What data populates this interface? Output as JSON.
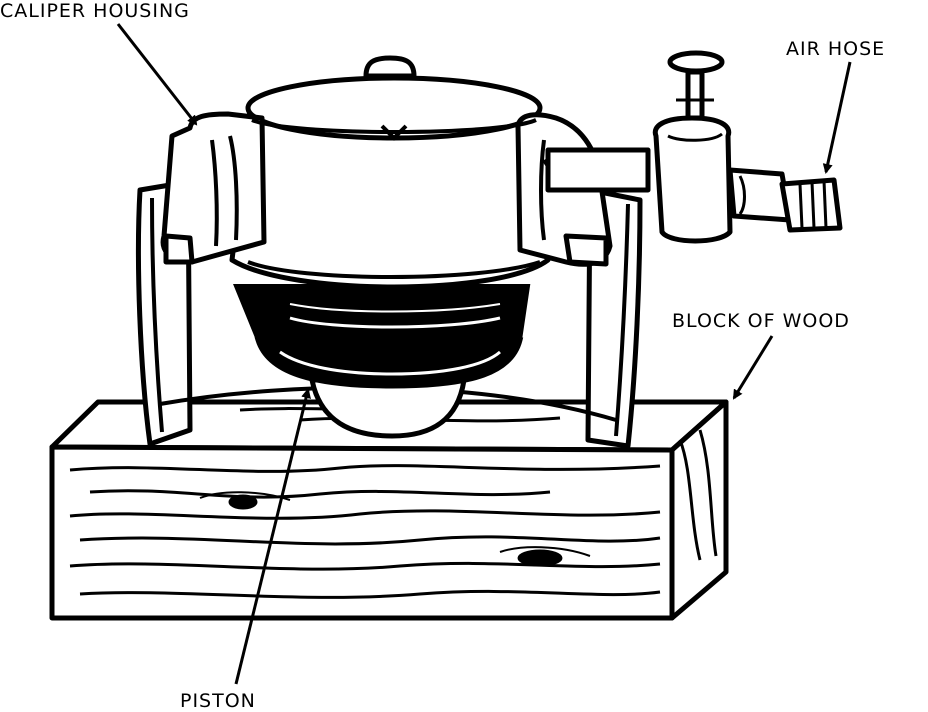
{
  "labels": {
    "caliper_housing": "CALIPER HOUSING",
    "air_hose": "AIR HOSE",
    "block_of_wood": "BLOCK OF WOOD",
    "piston": "PISTON"
  },
  "colors": {
    "ink": "#000000",
    "paper": "#ffffff"
  }
}
